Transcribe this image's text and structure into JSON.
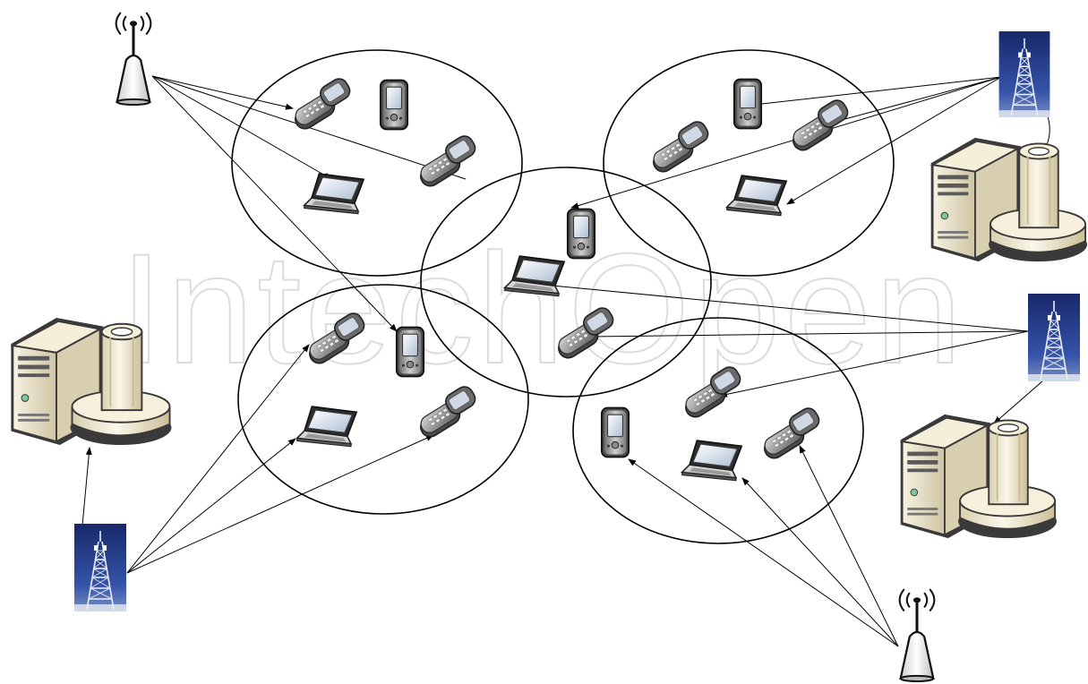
{
  "watermark": {
    "text": "IntechOpen"
  },
  "colors": {
    "link_line": "#000000",
    "cluster_outline": "#000000",
    "watermark_stroke": "#dcdcdc",
    "device_body": "#8e8e8e",
    "device_dark": "#3f3f3f",
    "screen": "#c9d6e6",
    "server_case": "#ece6cf",
    "server_pillar": "#efe8cf",
    "tower_sky": "#1e3373",
    "tower_lattice": "#e6e9f0",
    "access_point_body": "#f0f0f0"
  },
  "legend_icons": {
    "access_point": "access-point-antenna-icon",
    "base_station": "cell-tower-icon",
    "server": "server-with-pillar-icon",
    "phone": "flip-phone-icon",
    "pda": "pda-device-icon",
    "laptop": "laptop-icon"
  },
  "clusters": [
    {
      "id": "c1",
      "devices": [
        "phone",
        "pda",
        "phone",
        "laptop"
      ]
    },
    {
      "id": "c2",
      "devices": [
        "pda",
        "phone",
        "phone",
        "laptop"
      ]
    },
    {
      "id": "c3",
      "devices": [
        "pda",
        "laptop",
        "phone"
      ]
    },
    {
      "id": "c4",
      "devices": [
        "phone",
        "pda",
        "laptop",
        "phone"
      ]
    },
    {
      "id": "c5",
      "devices": [
        "phone",
        "pda",
        "laptop",
        "phone"
      ]
    }
  ]
}
